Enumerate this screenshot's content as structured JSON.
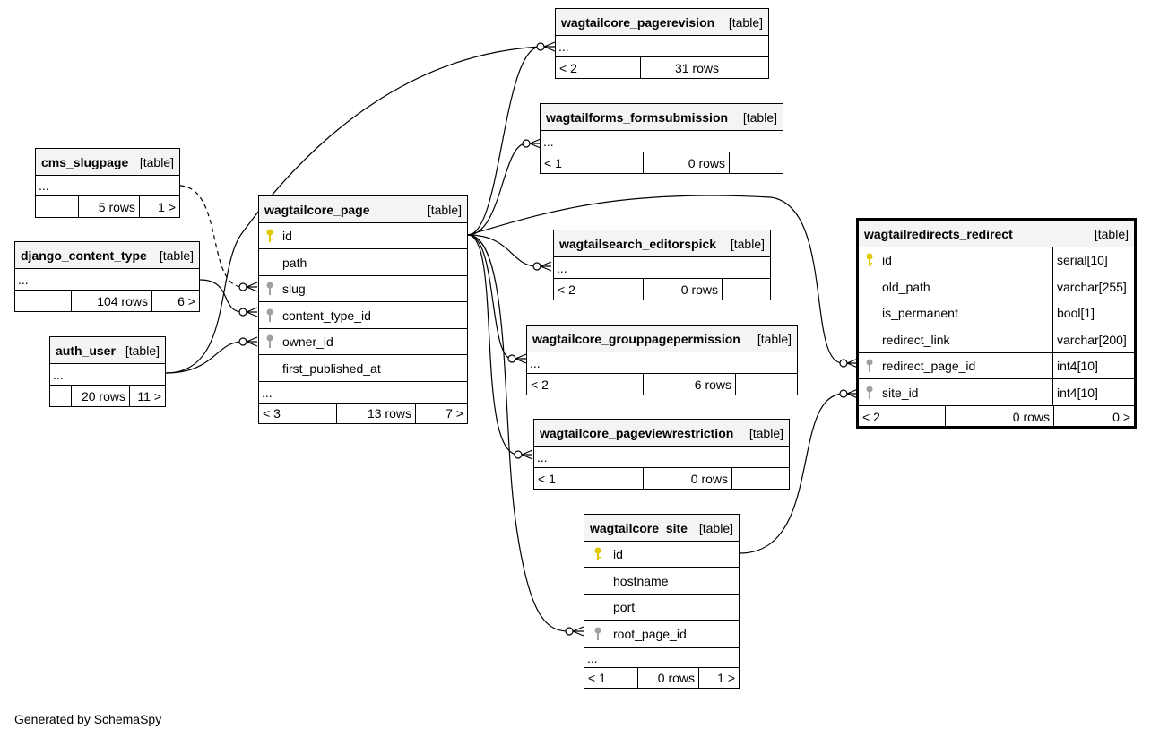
{
  "colors": {
    "primary_key": "#e0c800",
    "foreign_key": "#a0a0a0",
    "header_bg": "#f4f4f4",
    "line": "#000000"
  },
  "footer": "Generated by SchemaSpy",
  "tables": {
    "pagerevision": {
      "name": "wagtailcore_pagerevision",
      "tag": "[table]",
      "more": "...",
      "parents": "< 2",
      "rows": "31 rows",
      "children": ""
    },
    "formsubmission": {
      "name": "wagtailforms_formsubmission",
      "tag": "[table]",
      "more": "...",
      "parents": "< 1",
      "rows": "0 rows",
      "children": ""
    },
    "slugpage": {
      "name": "cms_slugpage",
      "tag": "[table]",
      "more": "...",
      "parents": "",
      "rows": "5 rows",
      "children": "1 >"
    },
    "content_type": {
      "name": "django_content_type",
      "tag": "[table]",
      "more": "...",
      "parents": "",
      "rows": "104 rows",
      "children": "6 >"
    },
    "auth_user": {
      "name": "auth_user",
      "tag": "[table]",
      "more": "...",
      "parents": "",
      "rows": "20 rows",
      "children": "11 >"
    },
    "page": {
      "name": "wagtailcore_page",
      "tag": "[table]",
      "more": "...",
      "parents": "< 3",
      "rows": "13 rows",
      "children": "7 >",
      "columns": [
        {
          "name": "id",
          "key": "pk"
        },
        {
          "name": "path",
          "key": ""
        },
        {
          "name": "slug",
          "key": "fk"
        },
        {
          "name": "content_type_id",
          "key": "fk"
        },
        {
          "name": "owner_id",
          "key": "fk"
        },
        {
          "name": "first_published_at",
          "key": ""
        }
      ]
    },
    "editorspick": {
      "name": "wagtailsearch_editorspick",
      "tag": "[table]",
      "more": "...",
      "parents": "< 2",
      "rows": "0 rows",
      "children": ""
    },
    "grouppagepermission": {
      "name": "wagtailcore_grouppagepermission",
      "tag": "[table]",
      "more": "...",
      "parents": "< 2",
      "rows": "6 rows",
      "children": ""
    },
    "pageviewrestriction": {
      "name": "wagtailcore_pageviewrestriction",
      "tag": "[table]",
      "more": "...",
      "parents": "< 1",
      "rows": "0 rows",
      "children": ""
    },
    "site": {
      "name": "wagtailcore_site",
      "tag": "[table]",
      "more": "...",
      "parents": "< 1",
      "rows": "0 rows",
      "children": "1 >",
      "columns": [
        {
          "name": "id",
          "key": "pk"
        },
        {
          "name": "hostname",
          "key": ""
        },
        {
          "name": "port",
          "key": ""
        },
        {
          "name": "root_page_id",
          "key": "fk"
        }
      ]
    },
    "redirect": {
      "name": "wagtailredirects_redirect",
      "tag": "[table]",
      "parents": "< 2",
      "rows": "0 rows",
      "children": "0 >",
      "columns": [
        {
          "name": "id",
          "type": "serial[10]",
          "key": "pk"
        },
        {
          "name": "old_path",
          "type": "varchar[255]",
          "key": ""
        },
        {
          "name": "is_permanent",
          "type": "bool[1]",
          "key": ""
        },
        {
          "name": "redirect_link",
          "type": "varchar[200]",
          "key": ""
        },
        {
          "name": "redirect_page_id",
          "type": "int4[10]",
          "key": "fk"
        },
        {
          "name": "site_id",
          "type": "int4[10]",
          "key": "fk"
        }
      ]
    }
  }
}
